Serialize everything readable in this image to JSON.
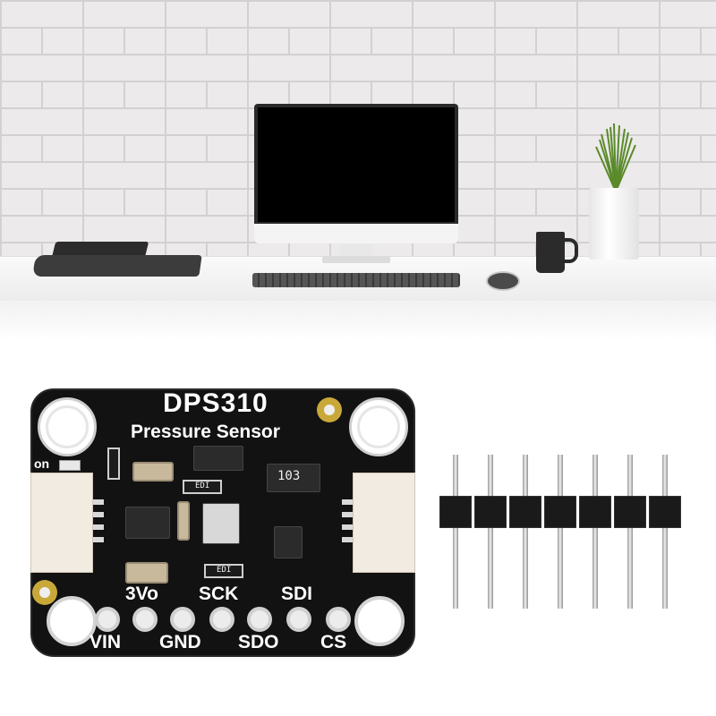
{
  "board": {
    "title": "DPS310",
    "subtitle": "Pressure Sensor",
    "led_label": "on",
    "chip_code": "103",
    "resistor_marking": "EDI",
    "pins_top": [
      "3Vo",
      "SCK",
      "SDI"
    ],
    "pins_bottom": [
      "VIN",
      "GND",
      "SDO",
      "CS"
    ]
  },
  "colors": {
    "pcb": "#121212",
    "silkscreen": "#ffffff",
    "gold_pad": "#c9a83a",
    "connector": "#f1ebe1"
  }
}
